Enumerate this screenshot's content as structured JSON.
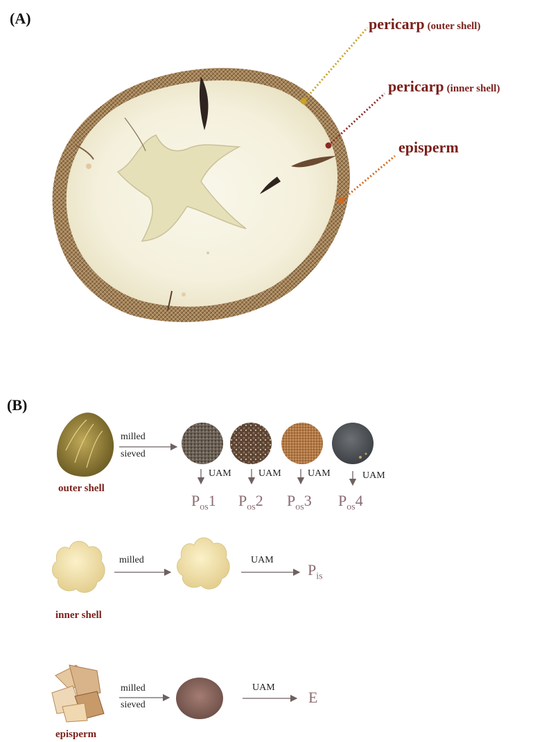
{
  "panel_a": {
    "label": "(A)",
    "layers": [
      {
        "name": "pericarp",
        "detail": "(outer shell)",
        "color": "#c9a227"
      },
      {
        "name": "pericarp",
        "detail": "(inner shell)",
        "color": "#8b2b25"
      },
      {
        "name": "episperm",
        "detail": "",
        "color": "#d2691e"
      }
    ]
  },
  "panel_b": {
    "label": "(B)",
    "outer_shell": {
      "caption": "outer shell",
      "step_top": "milled",
      "step_bottom": "sieved",
      "uam": [
        "UAM",
        "UAM",
        "UAM",
        "UAM"
      ],
      "products": [
        {
          "base": "P",
          "sub": "os",
          "suffix": "1"
        },
        {
          "base": "P",
          "sub": "os",
          "suffix": "2"
        },
        {
          "base": "P",
          "sub": "os",
          "suffix": "3"
        },
        {
          "base": "P",
          "sub": "os",
          "suffix": "4"
        }
      ]
    },
    "inner_shell": {
      "caption": "inner shell",
      "step": "milled",
      "uam": "UAM",
      "product": {
        "base": "P",
        "sub": "is"
      }
    },
    "episperm": {
      "caption": "episperm",
      "step_top": "milled",
      "step_bottom": "sieved",
      "uam": "UAM",
      "product": "E"
    }
  },
  "colors": {
    "label_red": "#7a1f1a",
    "arrow_gray": "#6e6260",
    "kernel": "#f6f3e2",
    "shell": "#a8845a"
  }
}
